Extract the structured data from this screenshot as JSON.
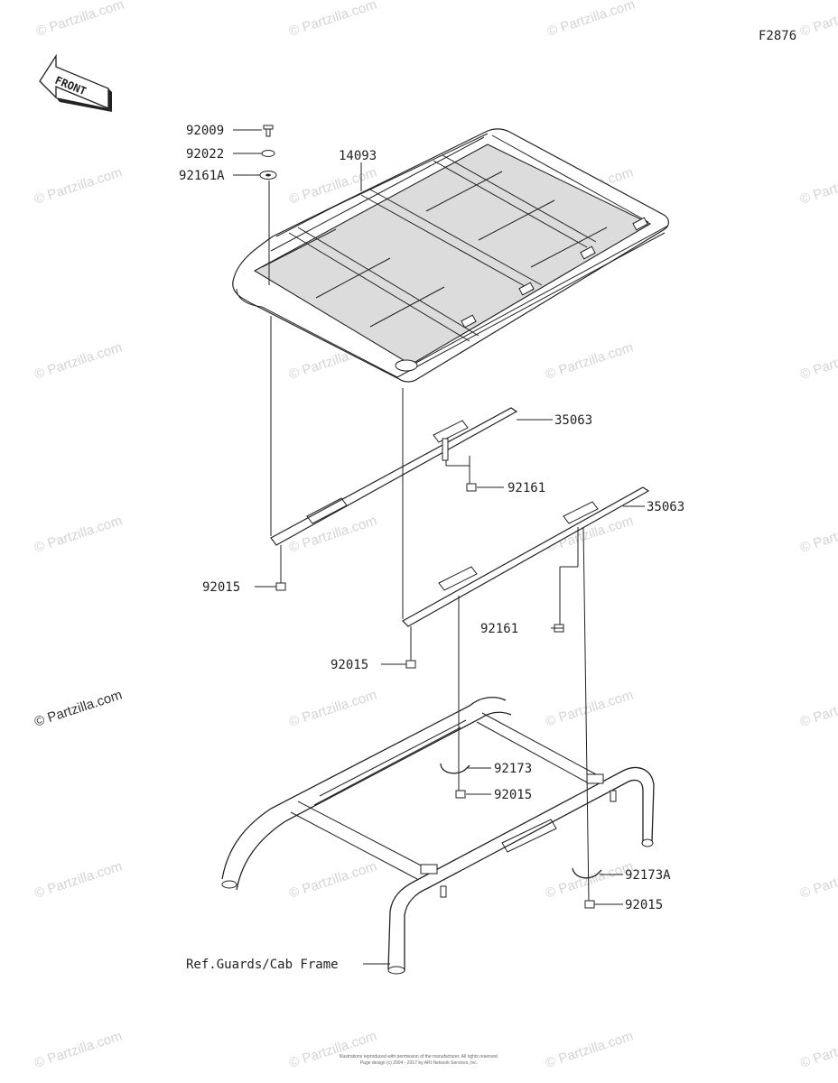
{
  "diagram": {
    "figure_code": "F2876",
    "front_label": "FRONT",
    "callouts": {
      "bolt": "92009",
      "washer": "92022",
      "grommet_a": "92161A",
      "roof": "14093",
      "bracket_1": "35063",
      "bracket_2": "35063",
      "damper_1": "92161",
      "damper_2": "92161",
      "nut_1": "92015",
      "nut_2": "92015",
      "clamp": "92173",
      "nut_3": "92015",
      "clamp_a": "92173A",
      "nut_4": "92015",
      "ref_frame": "Ref.Guards/Cab Frame"
    },
    "watermark": "© Partzilla.com",
    "footer_lines": [
      "Illustrations reproduced with permission of the manufacturer. All rights reserved.",
      "Page design (c) 2004 - 2017 by ARI Network Services, Inc."
    ]
  }
}
